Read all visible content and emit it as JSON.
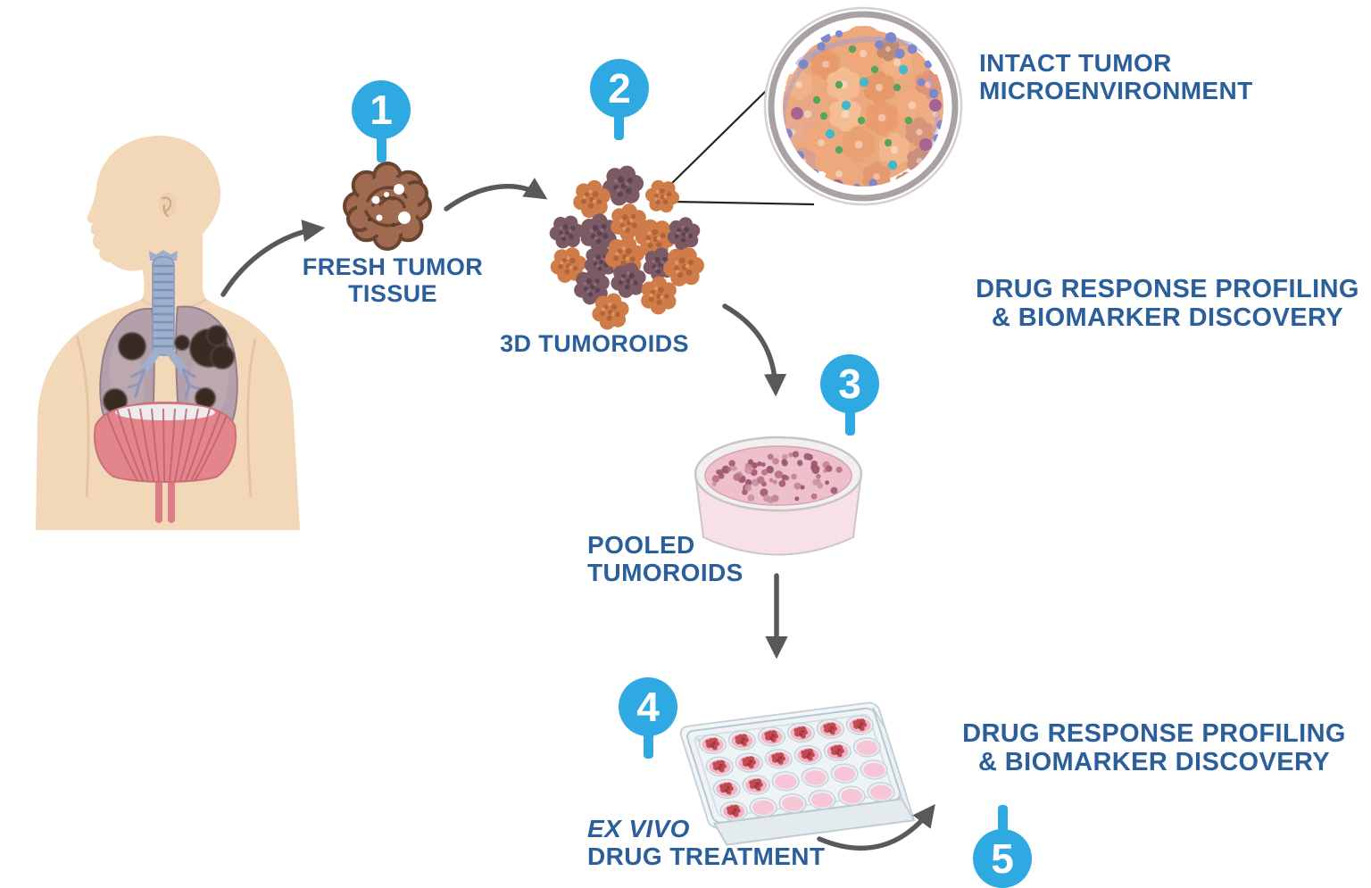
{
  "diagram": {
    "background": "#ffffff",
    "accent_color": "#2fa9e1",
    "label_color": "#2a5f9b",
    "arrow_color": "#58595b"
  },
  "badges": {
    "step1": "1",
    "step2": "2",
    "step3": "3",
    "step4": "4",
    "step5": "5"
  },
  "labels": {
    "fresh_tumor": {
      "line1": "FRESH TUMOR",
      "line2": "TISSUE"
    },
    "tumoroids_3d": "3D TUMOROIDS",
    "intact_tme": {
      "line1": "INTACT TUMOR",
      "line2": "MICROENVIRONMENT"
    },
    "drug_response_top": {
      "line1": "DRUG RESPONSE PROFILING",
      "line2": "& BIOMARKER DISCOVERY"
    },
    "pooled": {
      "line1": "POOLED",
      "line2": "TUMOROIDS"
    },
    "ex_vivo": {
      "line1": "EX VIVO",
      "line2": "DRUG TREATMENT"
    },
    "drug_response_bottom": {
      "line1": "DRUG RESPONSE PROFILING",
      "line2": "& BIOMARKER DISCOVERY"
    }
  },
  "icons": {
    "patient": "patient-with-lung-tumors",
    "fresh_tissue": "fresh-tumor-tissue-blob",
    "tumoroids": "3d-tumoroid-cluster",
    "microenvironment": "intact-tumor-microenvironment-magnifier",
    "dish": "petri-dish-pooled-tumoroids",
    "plate": "24-well-plate-drug-treatment"
  }
}
